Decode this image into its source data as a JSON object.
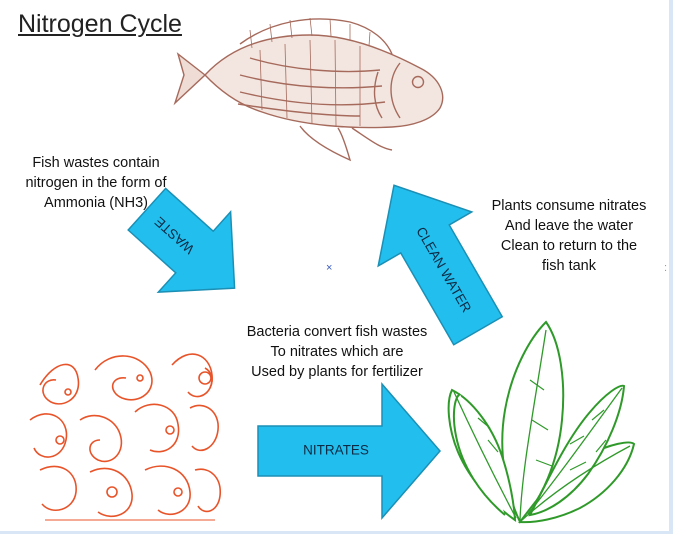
{
  "title": "Nitrogen Cycle",
  "arrows": {
    "waste": "WASTE",
    "clean_water": "CLEAN WATER",
    "nitrates": "NITRATES"
  },
  "notes": {
    "fish_wastes": [
      "Fish wastes contain",
      "nitrogen in the form of",
      "Ammonia (NH3)"
    ],
    "plants": [
      "Plants consume nitrates",
      "And leave the water",
      "Clean to return to the",
      "fish tank"
    ],
    "bacteria": [
      "Bacteria convert fish wastes",
      "To nitrates which are",
      "Used by plants for fertilizer"
    ]
  },
  "marks": {
    "center": "×",
    "right": ":"
  },
  "colors": {
    "arrow_fill": "#22bfee",
    "arrow_stroke": "#1c8fb5",
    "fish": "#a66a5c",
    "bacteria": "#e8542a",
    "plant": "#2f9a2a"
  }
}
